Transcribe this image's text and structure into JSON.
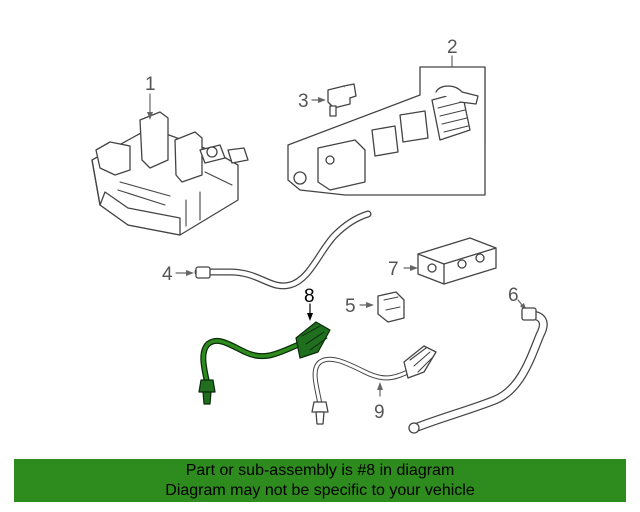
{
  "diagram": {
    "callouts": {
      "c1": "1",
      "c2": "2",
      "c3": "3",
      "c4": "4",
      "c5": "5",
      "c6": "6",
      "c7": "7",
      "c8": "8",
      "c9": "9"
    },
    "highlight": {
      "part_number": "8",
      "color": "#2e8b1e"
    }
  },
  "banner": {
    "line1": "Part or sub-assembly is #8 in diagram",
    "line2": "Diagram may not be specific to your vehicle",
    "background": "#2e8b1e"
  }
}
